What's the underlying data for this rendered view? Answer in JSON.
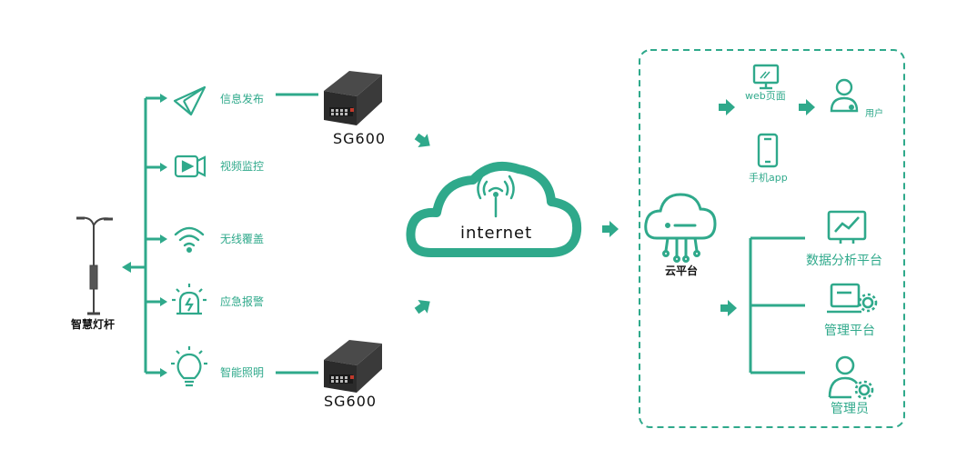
{
  "colors": {
    "accent": "#2fa98b",
    "device": "#2e2e2e",
    "device_port": "#c0392b"
  },
  "pole": {
    "label": "智慧灯杆",
    "icon": "street-light-pole-icon"
  },
  "services": [
    {
      "label": "信息发布",
      "icon": "paper-plane-icon"
    },
    {
      "label": "视频监控",
      "icon": "video-camera-icon"
    },
    {
      "label": "无线覆盖",
      "icon": "wifi-icon"
    },
    {
      "label": "应急报警",
      "icon": "alarm-siren-icon"
    },
    {
      "label": "智能照明",
      "icon": "light-bulb-icon"
    }
  ],
  "devices": [
    {
      "label": "SG600",
      "icon": "gateway-device-icon"
    },
    {
      "label": "SG600",
      "icon": "gateway-device-icon"
    }
  ],
  "internet": {
    "label": "internet",
    "icon": "cloud-antenna-icon"
  },
  "cloud_platform": {
    "label": "云平台",
    "icon": "cloud-network-icon"
  },
  "clients": {
    "web": {
      "label": "web页面",
      "icon": "monitor-icon"
    },
    "user": {
      "label": "用户",
      "icon": "user-icon"
    },
    "mobile": {
      "label": "手机app",
      "icon": "smartphone-icon"
    }
  },
  "platform_outputs": [
    {
      "label": "数据分析平台",
      "icon": "analytics-monitor-icon"
    },
    {
      "label": "管理平台",
      "icon": "laptop-gear-icon"
    },
    {
      "label": "管理员",
      "icon": "admin-gear-icon"
    }
  ]
}
